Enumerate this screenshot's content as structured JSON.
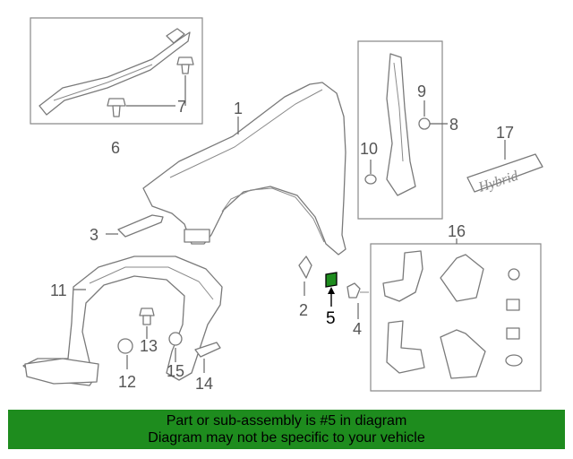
{
  "callouts": {
    "c1": "1",
    "c2": "2",
    "c3": "3",
    "c4": "4",
    "c5": "5",
    "c6": "6",
    "c7": "7",
    "c8": "8",
    "c9": "9",
    "c10": "10",
    "c11": "11",
    "c12": "12",
    "c13": "13",
    "c14": "14",
    "c15": "15",
    "c16": "16",
    "c17": "17"
  },
  "emblem_text": "Hybrid",
  "highlighted_part": "5",
  "highlight_color": "#1e8c1e",
  "banner": {
    "line1": "Part or sub-assembly is #5 in diagram",
    "line2": "Diagram may not be specific to your vehicle",
    "bg_color": "#1e8c1e"
  }
}
